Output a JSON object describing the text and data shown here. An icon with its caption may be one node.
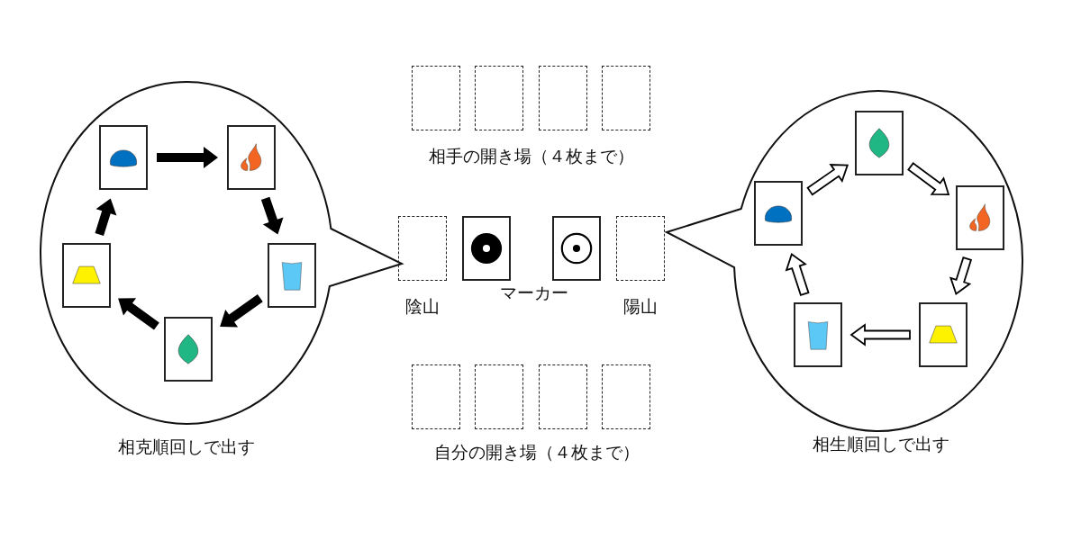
{
  "diagram": {
    "nodes": [
      {
        "text": [],
        "shape": "box"
      },
      {
        "text": [],
        "shape": "box"
      },
      {
        "text": [],
        "shape": "box"
      },
      {
        "text": [],
        "shape": "box"
      },
      {
        "text": [],
        "shape": "ellipse",
        "beside": [
          "相克順回しで出す"
        ]
      },
      {
        "text": [],
        "shape": "picture",
        "in": 4
      },
      {
        "text": [],
        "shape": "picture",
        "in": 4
      },
      {
        "text": [],
        "shape": "picture",
        "in": 4
      },
      {
        "text": [],
        "shape": "picture",
        "in": 4
      },
      {
        "text": [],
        "shape": "picture",
        "in": 4
      },
      {
        "text": [],
        "shape": "box",
        "beside": [
          "陰山"
        ]
      },
      {
        "text": [],
        "shape": "picture"
      },
      {
        "text": [],
        "shape": "picture"
      },
      {
        "text": [],
        "shape": "box",
        "beside": [
          "陽山"
        ]
      },
      {
        "text": [],
        "shape": "ellipse",
        "beside": [
          "相生順回しで出す"
        ]
      },
      {
        "text": [],
        "shape": "picture",
        "in": 14
      },
      {
        "text": [],
        "shape": "picture",
        "in": 14
      },
      {
        "text": [],
        "shape": "picture",
        "in": 14
      },
      {
        "text": [],
        "shape": "picture",
        "in": 14
      },
      {
        "text": [],
        "shape": "picture",
        "in": 14
      },
      {
        "text": [],
        "shape": "box"
      },
      {
        "text": [],
        "shape": "box"
      },
      {
        "text": [],
        "shape": "box"
      },
      {
        "text": [],
        "shape": "box"
      }
    ],
    "edges": [
      {
        "from": 5,
        "to": 6,
        "arrow": "to",
        "style": "thick"
      },
      {
        "from": 6,
        "to": 7,
        "arrow": "to",
        "style": "thick"
      },
      {
        "from": 7,
        "to": 8,
        "arrow": "to",
        "style": "thick"
      },
      {
        "from": 8,
        "to": 9,
        "arrow": "to",
        "style": "thick"
      },
      {
        "from": 9,
        "to": 5,
        "arrow": "to",
        "style": "thick"
      },
      {
        "from": 15,
        "to": 16,
        "arrow": "to"
      },
      {
        "from": 16,
        "to": 17,
        "arrow": "to"
      },
      {
        "from": 17,
        "to": 18,
        "arrow": "to"
      },
      {
        "from": 18,
        "to": 19,
        "arrow": "to"
      },
      {
        "from": 19,
        "to": 15,
        "arrow": "to"
      }
    ],
    "labels": [
      "相手の開き場（４枚まで）",
      "マーカー",
      "自分の開き場（４枚まで）"
    ]
  }
}
